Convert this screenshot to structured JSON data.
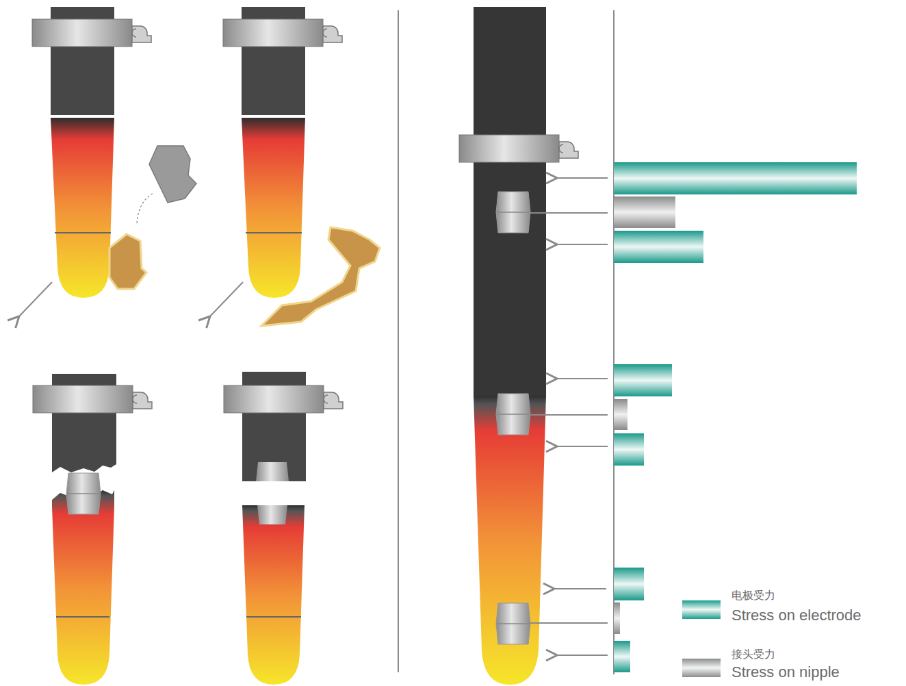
{
  "diagram": {
    "labels": [
      "Stress on electrode",
      "Stress on nipple"
    ],
    "legend": [
      {
        "text": "电极受力",
        "color": "#1a9e8e"
      },
      {
        "text": "接头受力",
        "color": "#8c8c8c"
      }
    ]
  }
}
